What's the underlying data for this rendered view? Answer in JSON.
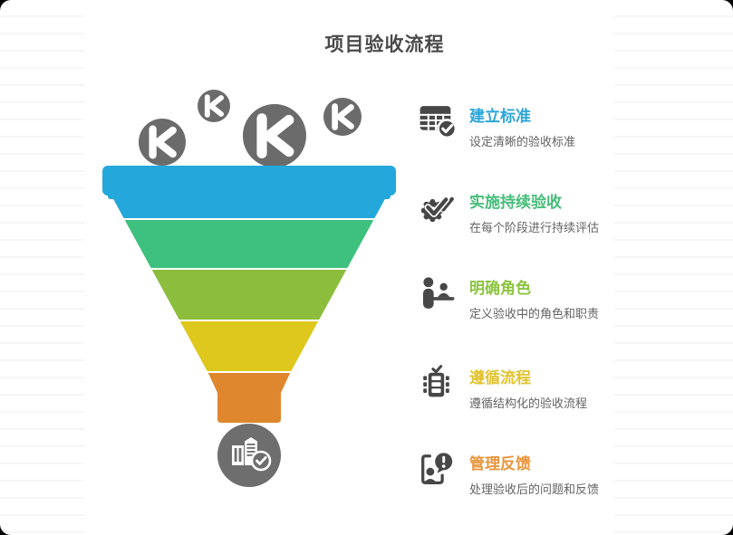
{
  "title": "项目验收流程",
  "funnel": {
    "drop_letter": "K",
    "drop_color": "#6b6b6b",
    "drops": [
      {
        "letter": "K",
        "size": "medium"
      },
      {
        "letter": "K",
        "size": "small"
      },
      {
        "letter": "K",
        "size": "large"
      },
      {
        "letter": "K",
        "size": "small"
      }
    ],
    "stages": [
      {
        "color": "#24a7da"
      },
      {
        "color": "#3ec07e"
      },
      {
        "color": "#8cbd3c"
      },
      {
        "color": "#dfc81e"
      },
      {
        "color": "#df872e"
      }
    ],
    "outcome_icon": "building-check-icon",
    "outcome_color": "#6e6e6e"
  },
  "items": [
    {
      "icon": "table-check-icon",
      "title": "建立标准",
      "description": "设定清晰的验收标准",
      "color": "#2aa6da"
    },
    {
      "icon": "gear-check-icon",
      "title": "实施持续验收",
      "description": "在每个阶段进行持续评估",
      "color": "#45bd79"
    },
    {
      "icon": "people-desk-icon",
      "title": "明确角色",
      "description": "定义验收中的角色和职责",
      "color": "#8cc43f"
    },
    {
      "icon": "checklist-icon",
      "title": "遵循流程",
      "description": "遵循结构化的验收流程",
      "color": "#e2c32f"
    },
    {
      "icon": "person-feedback-icon",
      "title": "管理反馈",
      "description": "处理验收后的问题和反馈",
      "color": "#ea953c"
    }
  ],
  "colors": {
    "icon_dark": "#474747",
    "title_text": "#4a4a4a",
    "description_text": "#636363",
    "ruled_line": "#f6f6f6",
    "canvas_bg": "#ffffff"
  }
}
